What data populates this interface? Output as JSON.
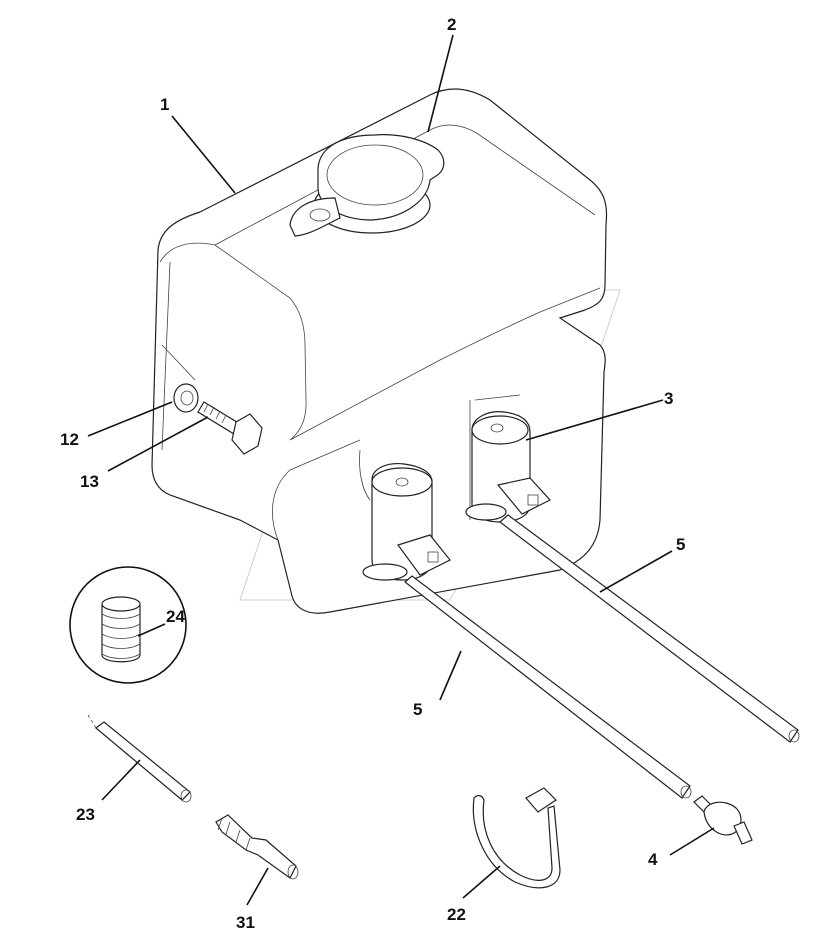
{
  "callouts": [
    {
      "id": "c1",
      "text": "1"
    },
    {
      "id": "c2",
      "text": "2"
    },
    {
      "id": "c3",
      "text": "3"
    },
    {
      "id": "c5a",
      "text": "5"
    },
    {
      "id": "c5b",
      "text": "5"
    },
    {
      "id": "c12",
      "text": "12"
    },
    {
      "id": "c13",
      "text": "13"
    },
    {
      "id": "c24",
      "text": "24"
    },
    {
      "id": "c23",
      "text": "23"
    },
    {
      "id": "c31",
      "text": "31"
    },
    {
      "id": "c22",
      "text": "22"
    },
    {
      "id": "c4",
      "text": "4"
    }
  ]
}
